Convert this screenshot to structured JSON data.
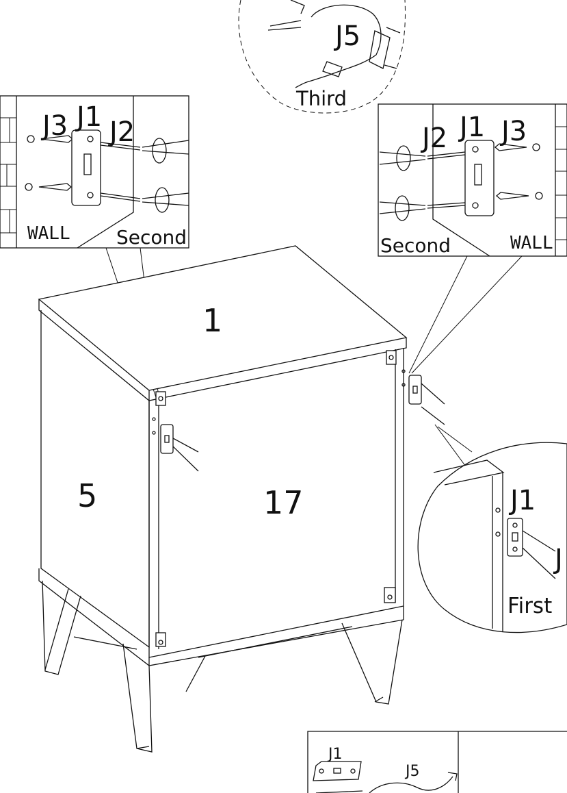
{
  "labels": {
    "top_j5": "J5",
    "top_third": "Third",
    "left_j3": "J3",
    "left_j1": "J1",
    "left_j2": "J2",
    "left_wall": "WALL",
    "left_second": "Second",
    "right_j2": "J2",
    "right_j1": "J1",
    "right_j3": "J3",
    "right_second": "Second",
    "right_wall": "WALL",
    "part_top": "1",
    "part_side": "5",
    "part_back": "17",
    "circle_j1": "J1",
    "circle_j_partial": "J",
    "circle_first": "First",
    "bottom_j1": "J1",
    "bottom_j5": "J5"
  }
}
